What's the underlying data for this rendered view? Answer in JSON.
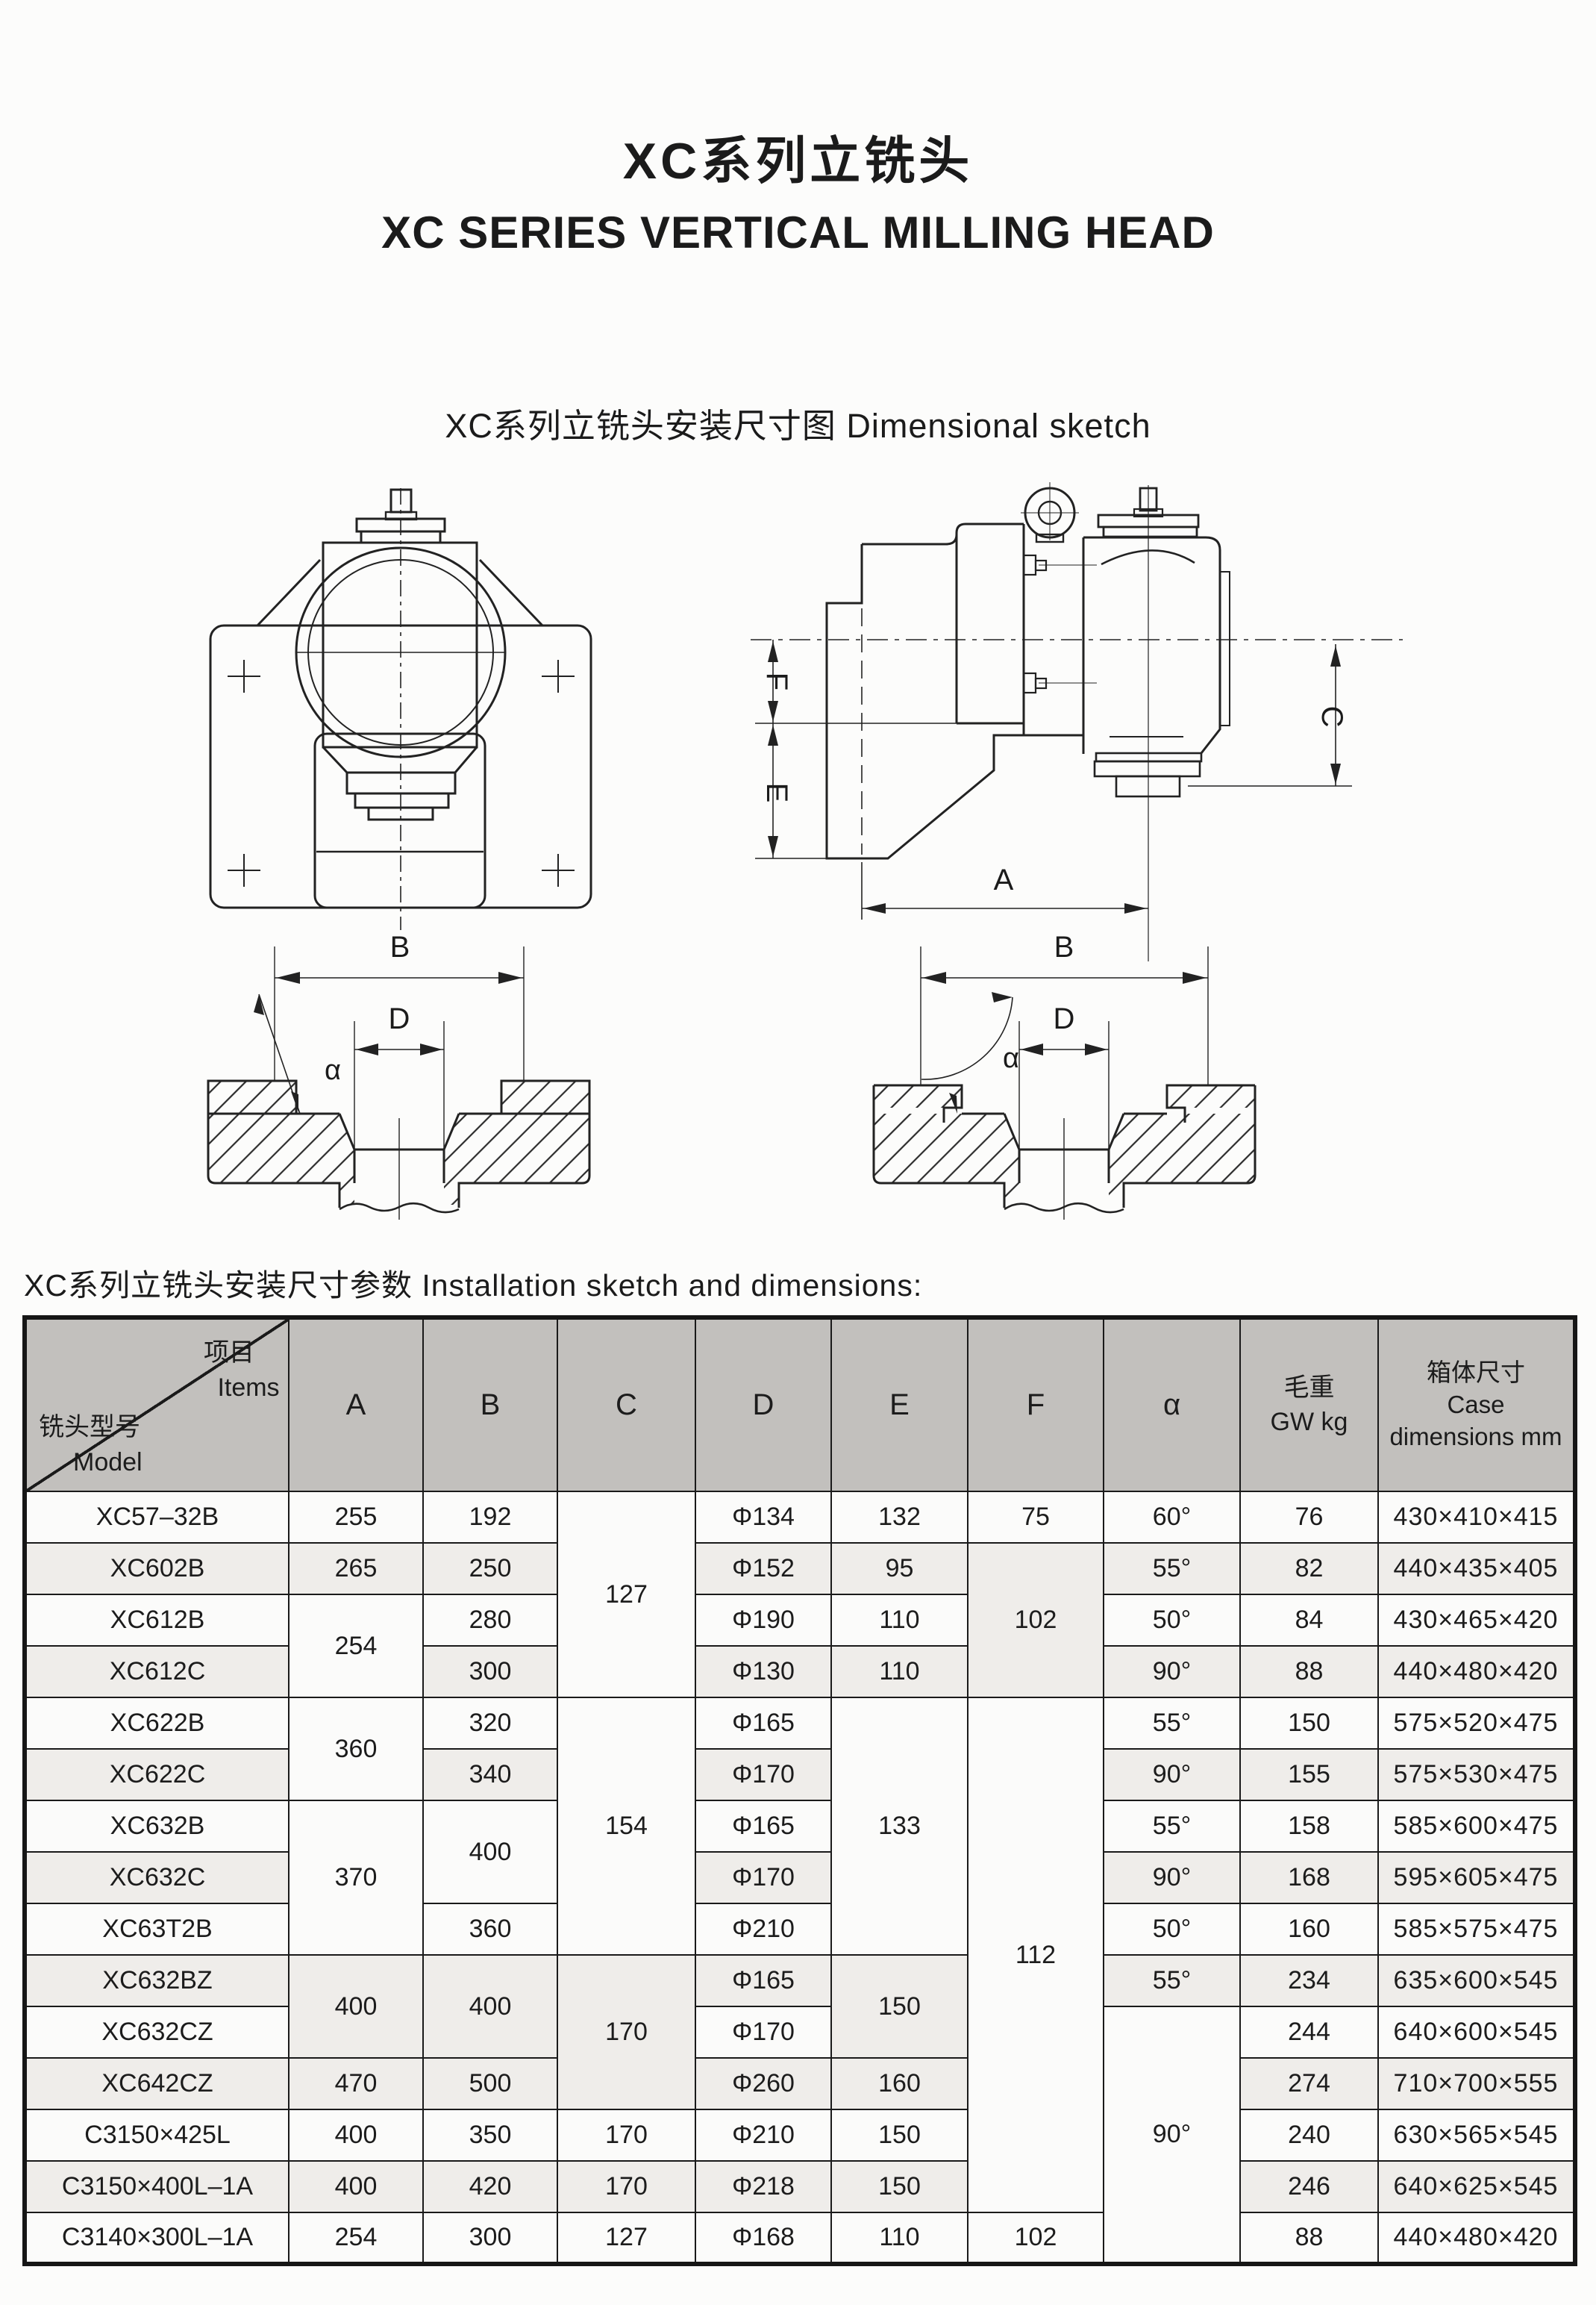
{
  "page": {
    "title_cn": "XC系列立铣头",
    "title_en": "XC SERIES VERTICAL MILLING HEAD",
    "sketch_caption": "XC系列立铣头安装尺寸图 Dimensional sketch"
  },
  "drawings": {
    "side": {
      "f": "F",
      "e": "E",
      "c": "C",
      "a": "A"
    },
    "flange_left": {
      "b": "B",
      "d": "D",
      "alpha": "α"
    },
    "flange_right": {
      "b": "B",
      "d": "D",
      "alpha": "α"
    }
  },
  "table": {
    "caption": "XC系列立铣头安装尺寸参数 Installation sketch and dimensions:",
    "header": {
      "items_cn": "项目",
      "items_en": "Items",
      "model_cn": "铣头型号",
      "model_en": "Model",
      "cols": [
        "A",
        "B",
        "C",
        "D",
        "E",
        "F",
        "α"
      ],
      "gw_cn": "毛重",
      "gw_en": "GW kg",
      "case_cn": "箱体尺寸",
      "case_en_1": "Case",
      "case_en_2": "dimensions mm"
    },
    "rows": [
      {
        "model": "XC57–32B",
        "a": "255",
        "b": "192",
        "c": "127",
        "d": "Φ134",
        "e": "132",
        "f": "75",
        "alpha": "60°",
        "gw": "76",
        "case": "430×410×415"
      },
      {
        "model": "XC602B",
        "a": "265",
        "b": "250",
        "d": "Φ152",
        "e": "95",
        "f": "102",
        "alpha": "55°",
        "gw": "82",
        "case": "440×435×405"
      },
      {
        "model": "XC612B",
        "a": "254",
        "b": "280",
        "d": "Φ190",
        "e": "110",
        "alpha": "50°",
        "gw": "84",
        "case": "430×465×420"
      },
      {
        "model": "XC612C",
        "b": "300",
        "d": "Φ130",
        "e": "110",
        "alpha": "90°",
        "gw": "88",
        "case": "440×480×420"
      },
      {
        "model": "XC622B",
        "a": "360",
        "b": "320",
        "c": "154",
        "d": "Φ165",
        "e": "133",
        "f": "112",
        "alpha": "55°",
        "gw": "150",
        "case": "575×520×475"
      },
      {
        "model": "XC622C",
        "b": "340",
        "d": "Φ170",
        "alpha": "90°",
        "gw": "155",
        "case": "575×530×475"
      },
      {
        "model": "XC632B",
        "a": "370",
        "b": "400",
        "d": "Φ165",
        "alpha": "55°",
        "gw": "158",
        "case": "585×600×475"
      },
      {
        "model": "XC632C",
        "d": "Φ170",
        "alpha": "90°",
        "gw": "168",
        "case": "595×605×475"
      },
      {
        "model": "XC63T2B",
        "b": "360",
        "d": "Φ210",
        "alpha": "50°",
        "gw": "160",
        "case": "585×575×475"
      },
      {
        "model": "XC632BZ",
        "a": "400",
        "b": "400",
        "c": "170",
        "d": "Φ165",
        "e": "150",
        "alpha": "55°",
        "gw": "234",
        "case": "635×600×545"
      },
      {
        "model": "XC632CZ",
        "d": "Φ170",
        "alpha": "90°",
        "gw": "244",
        "case": "640×600×545"
      },
      {
        "model": "XC642CZ",
        "a": "470",
        "b": "500",
        "d": "Φ260",
        "e": "160",
        "gw": "274",
        "case": "710×700×555"
      },
      {
        "model": "C3150×425L",
        "a": "400",
        "b": "350",
        "c": "170",
        "d": "Φ210",
        "e": "150",
        "gw": "240",
        "case": "630×565×545"
      },
      {
        "model": "C3150×400L–1A",
        "a": "400",
        "b": "420",
        "c": "170",
        "d": "Φ218",
        "e": "150",
        "gw": "246",
        "case": "640×625×545"
      },
      {
        "model": "C3140×300L–1A",
        "a": "254",
        "b": "300",
        "c": "127",
        "d": "Φ168",
        "e": "110",
        "f": "102",
        "gw": "88",
        "case": "440×480×420"
      }
    ]
  }
}
